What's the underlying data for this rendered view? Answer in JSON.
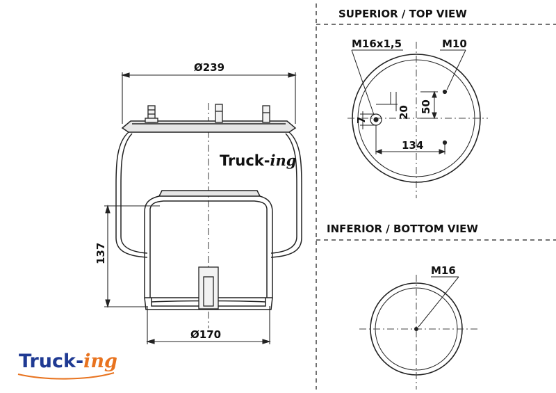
{
  "side_view": {
    "top_diameter": "Ø239",
    "bottom_diameter": "Ø170",
    "height": "137",
    "body_brand_main": "Truck-",
    "body_brand_script": "ing"
  },
  "top_view": {
    "heading": "SUPERIOR / TOP VIEW",
    "thread_main": "M16x1,5",
    "thread_secondary": "M10",
    "dim_small": "7",
    "dim_offset": "20",
    "dim_vertical": "50",
    "dim_horizontal": "134"
  },
  "bottom_view": {
    "heading": "INFERIOR / BOTTOM VIEW",
    "thread": "M16"
  },
  "logo": {
    "main": "Truck-",
    "script": "ing",
    "main_color": "#1f3a93",
    "script_color": "#e8731f"
  }
}
